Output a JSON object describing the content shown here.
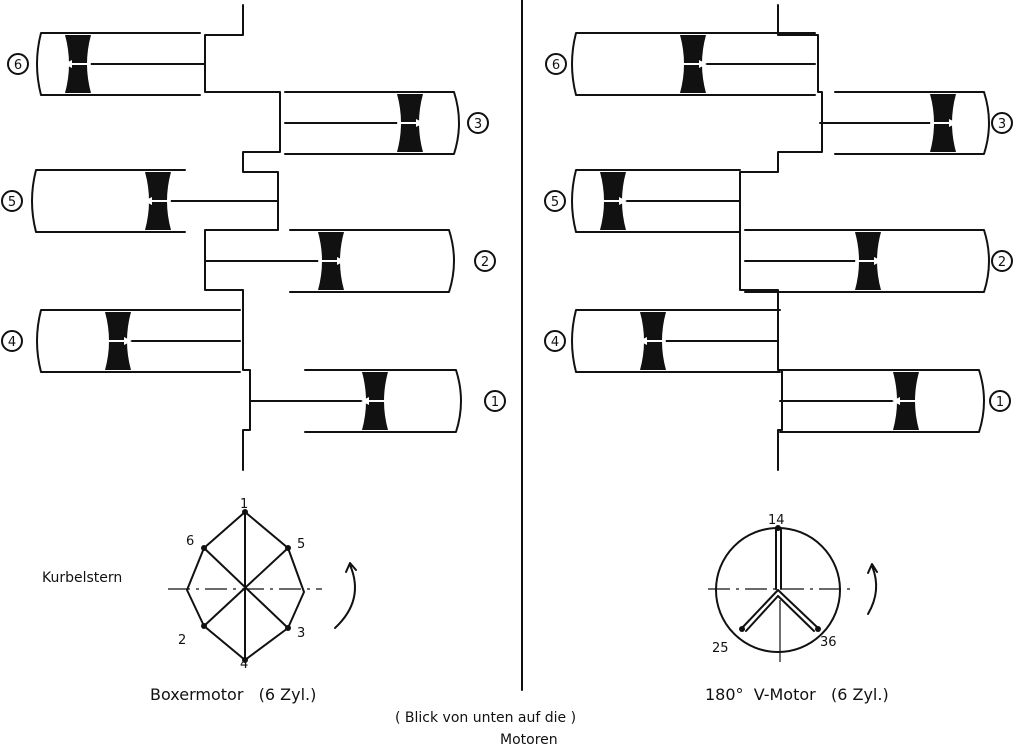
{
  "left_engine": {
    "title": "Boxermotor   (6 Zyl.)",
    "crank_star_label": "Kurbelstern",
    "cylinder_labels": [
      "1",
      "2",
      "3",
      "4",
      "5",
      "6"
    ],
    "crank_star_points": [
      "1",
      "5",
      "3",
      "4",
      "2",
      "6"
    ]
  },
  "right_engine": {
    "title": "180°  V-Motor   (6 Zyl.)",
    "cylinder_labels": [
      "1",
      "2",
      "3",
      "4",
      "5",
      "6"
    ],
    "crank_star_points": [
      "14",
      "25",
      "36"
    ]
  },
  "note": {
    "line1": "( Blick von unten auf die )",
    "line2": "Motoren"
  }
}
